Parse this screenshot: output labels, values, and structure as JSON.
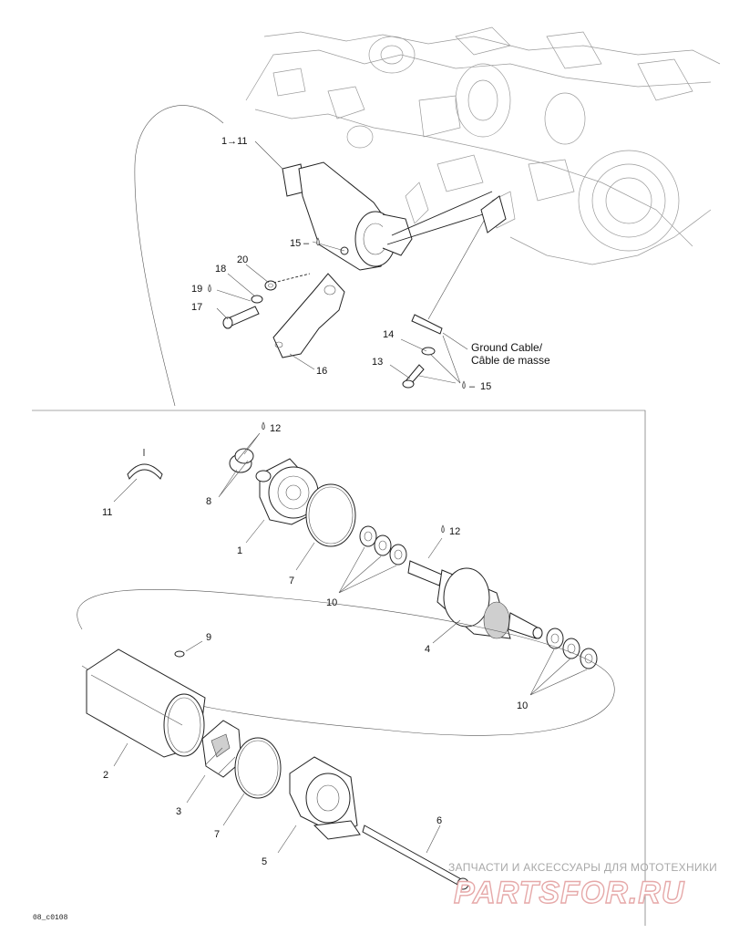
{
  "callouts": {
    "c1_11": "1→11",
    "c15_top": "15",
    "c20": "20",
    "c18": "18",
    "c19": "19",
    "c17": "17",
    "c16": "16",
    "c14": "14",
    "c13": "13",
    "c15_right": "15",
    "c12_a": "12",
    "c8": "8",
    "c11": "11",
    "c1": "1",
    "c7_a": "7",
    "c10_a": "10",
    "c12_b": "12",
    "c4": "4",
    "c9": "9",
    "c10_b": "10",
    "c2": "2",
    "c3": "3",
    "c7_b": "7",
    "c5": "5",
    "c6": "6"
  },
  "ground_cable": {
    "line1": "Ground Cable/",
    "line2": "Câble de masse"
  },
  "dash_symbol": "–",
  "figure_code": "08_c0108",
  "watermark": {
    "tagline": "ЗАПЧАСТИ И АКСЕССУАРЫ ДЛЯ МОТОТЕХНИКИ",
    "logo": "PARTSFOR.RU"
  },
  "colors": {
    "line": "#222222",
    "ghost_engine": "#9a9a9a",
    "watermark_gray": "#a8a8a8",
    "watermark_red": "#e6a9a9"
  }
}
